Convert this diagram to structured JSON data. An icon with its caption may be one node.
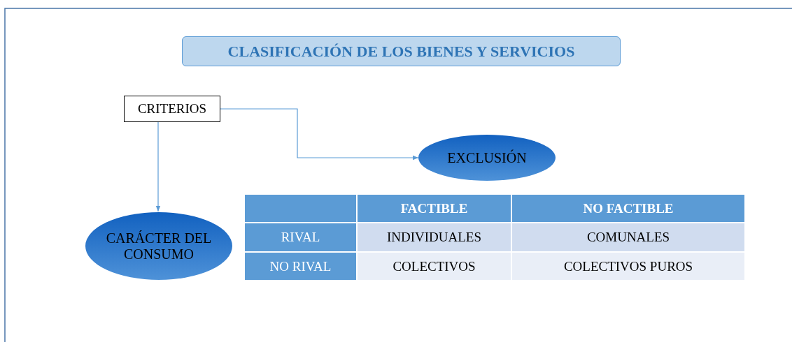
{
  "diagram": {
    "title": "CLASIFICACIÓN DE LOS BIENES Y SERVICIOS",
    "nodes": [
      {
        "text": [
          "CRITERIOS"
        ]
      },
      {
        "text": [
          "EXCLUSIÓN"
        ]
      },
      {
        "text": [
          "CARÁCTER DEL CONSUMO"
        ]
      }
    ],
    "edges": [
      {
        "from": 0,
        "to": 1,
        "arrow": "to"
      },
      {
        "from": 0,
        "to": 2,
        "arrow": "to"
      }
    ],
    "labels": [
      "FACTIBLE",
      "NO FACTIBLE",
      "RIVAL",
      "INDIVIDUALES",
      "COMUNALES",
      "NO RIVAL",
      "COLECTIVOS",
      "COLECTIVOS PUROS"
    ]
  }
}
